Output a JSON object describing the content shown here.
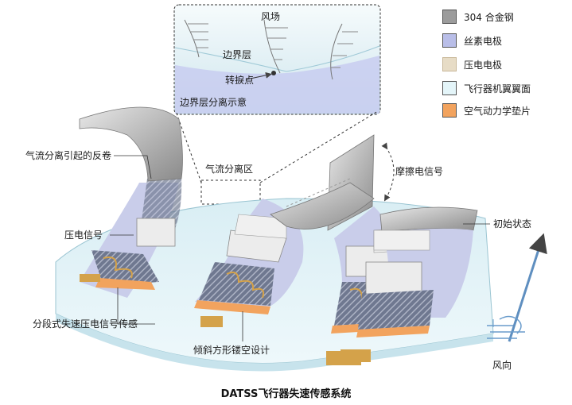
{
  "inset": {
    "wind_field": "风场",
    "boundary_layer": "边界层",
    "transition_point": "转捩点",
    "caption": "边界层分离示意"
  },
  "legend": [
    {
      "label": "304 合金钢",
      "color": "#9c9c9c"
    },
    {
      "label": "丝素电极",
      "color": "#b9bee8"
    },
    {
      "label": "压电电极",
      "color": "#e7dcc6"
    },
    {
      "label": "飞行器机翼翼面",
      "color": "#e4f5f9"
    },
    {
      "label": "空气动力学垫片",
      "color": "#f2a35e"
    }
  ],
  "labels": {
    "curl_up": "气流分离引起的反卷",
    "separation_zone": "气流分离区",
    "friction_signal": "摩擦电信号",
    "piezo_signal": "压电信号",
    "initial_state": "初始状态",
    "segmented_sensing": "分段式失速压电信号传感",
    "hollow_design": "倾斜方形镂空设计",
    "wind_direction": "风向"
  },
  "title": "DATSS飞行器失速传感系统"
}
